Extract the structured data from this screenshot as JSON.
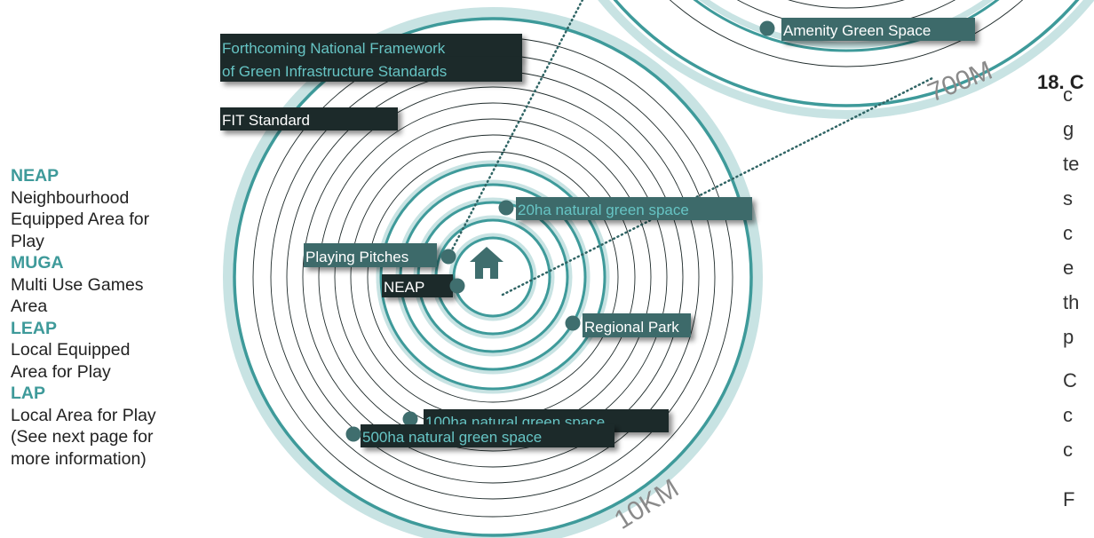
{
  "colors": {
    "teal": "#3e9a9a",
    "teal_light": "#c8e3e3",
    "ring_thin": "#1e2a2a",
    "label_bg_dark": "#1e2b2b",
    "label_bg_teal": "#3d6b6b",
    "label_text_teal": "#66c4c4",
    "dot": "#3f6e6e",
    "home_icon": "#3f6e6e",
    "scale_text": "#8a8a8a"
  },
  "diagram": {
    "home_icon": "home-icon",
    "scale_small": "700M",
    "scale_large": "10KM",
    "labels": {
      "framework_line1": "Forthcoming National Framework",
      "framework_line2": "of Green Infrastructure Standards",
      "fit_standard": "FIT Standard",
      "amenity_green_space": "Amenity Green Space",
      "natural_20ha": "20ha natural green space",
      "playing_pitches": "Playing Pitches",
      "neap": "NEAP",
      "regional_park": "Regional Park",
      "natural_100ha": "100ha natural green space",
      "natural_500ha": "500ha natural green space"
    }
  },
  "glossary": [
    {
      "term": "NEAP",
      "def_lines": [
        "Neighbourhood",
        "Equipped Area for",
        "Play"
      ]
    },
    {
      "term": "MUGA",
      "def_lines": [
        "Multi Use Games",
        "Area"
      ]
    },
    {
      "term": "LEAP",
      "def_lines": [
        "Local Equipped",
        "Area for Play"
      ]
    },
    {
      "term": "LAP",
      "def_lines": [
        "Local Area for Play",
        "(See next page for",
        "more information)"
      ]
    }
  ],
  "paragraph": {
    "number": "18.",
    "heading_fragment": "C",
    "fragments": [
      "c",
      "g",
      "te",
      "s",
      "c",
      "e",
      "th",
      "p",
      "C",
      "c",
      "c",
      "F"
    ]
  }
}
